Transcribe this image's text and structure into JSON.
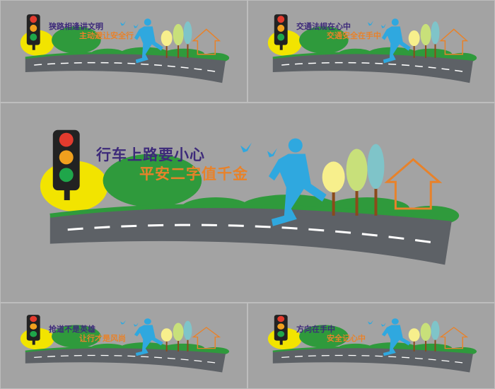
{
  "scenes": {
    "top_left": {
      "line1": "狭路相逢讲文明",
      "line2": "主动避让安全行"
    },
    "top_right": {
      "line1": "交通法规在心中",
      "line2": "交通安全在手中"
    },
    "main": {
      "line1": "行车上路要小心",
      "line2": "平安二字值千金"
    },
    "bottom_left": {
      "line1": "抢道不是英雄",
      "line2": "让行才是风尚"
    },
    "bottom_right": {
      "line1": "方向在手中",
      "line2": "安全记心中"
    }
  },
  "colors": {
    "background": "#a3a3a3",
    "heading": "#3d2a7a",
    "subheading": "#e8822a",
    "road": "#5d6166",
    "road_marking": "#ffffff",
    "grass": "#2f9a3c",
    "bush_yellow": "#f2e400",
    "runner": "#2fa8df",
    "house_outline": "#e8822a",
    "light_red": "#e23b2e",
    "light_amber": "#f0a01e",
    "light_green": "#1fa64a"
  },
  "icons": [
    "traffic-light-icon",
    "runner-icon",
    "bird-icon",
    "tree-icon",
    "house-icon"
  ]
}
